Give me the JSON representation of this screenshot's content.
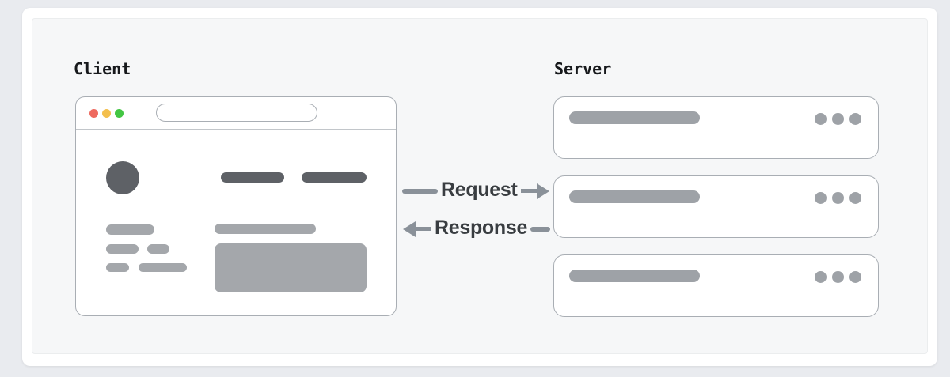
{
  "theme": {
    "page-bg": "#e9ebef",
    "card-bg": "#ffffff",
    "panel-bg": "#f6f7f8",
    "panel-border": "#ebedee",
    "outline": "#a9aeb4",
    "separator": "#c2c6ca",
    "skeleton-dark": "#5e6166",
    "skeleton-mid": "#a4a7ab",
    "server-gray": "#9ea2a7",
    "arrow-gray": "#8a9199",
    "label-color": "#17191c",
    "flow-text": "#393d41",
    "light-red": "#ee6a5f",
    "light-yellow": "#f3bf4d",
    "light-green": "#43c643",
    "seam": "#e8eaec"
  },
  "client": {
    "label": "Client"
  },
  "server": {
    "label": "Server",
    "box_count": 3
  },
  "flows": {
    "request": {
      "label": "Request",
      "direction": "left-to-right"
    },
    "response": {
      "label": "Response",
      "direction": "right-to-left"
    }
  }
}
